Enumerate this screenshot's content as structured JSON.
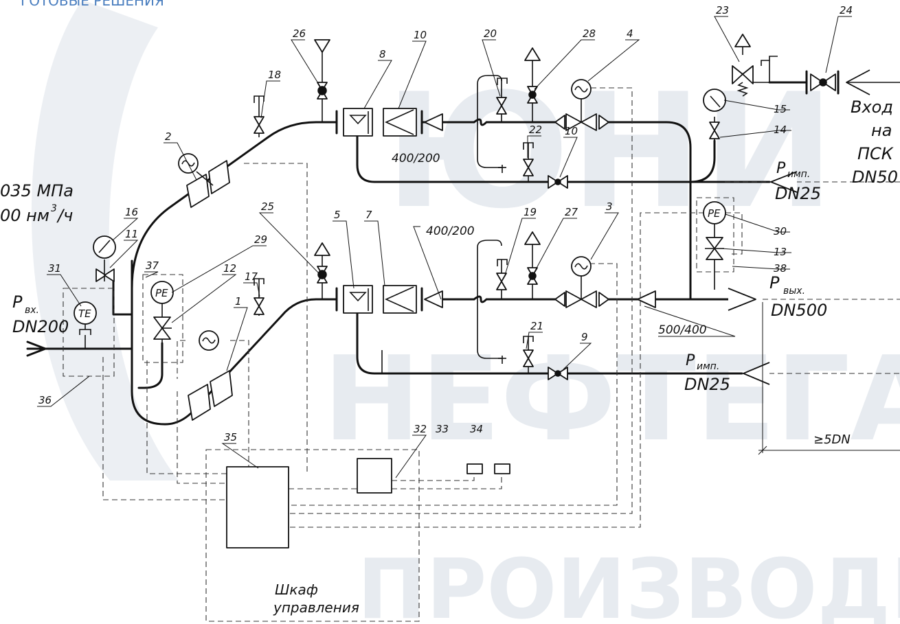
{
  "header": {
    "text": "ГОТОВЫЕ РЕШЕНИЯ"
  },
  "watermark": {
    "line1": "ЮНИ",
    "line2": "НЕФТЕГАЗ",
    "line3": "ПРОИЗВОДИТЕЛЬ"
  },
  "labels": {
    "p_in": "P",
    "p_in_sub": "вх.",
    "dn_in": "DN200",
    "pressure": "035 МПа",
    "flow": "00 нм",
    "flow_sup": "3",
    "flow_tail": "/ч",
    "p_imp_top": "P",
    "p_imp_top_sub": "имп.",
    "dn_imp_top": "DN25",
    "p_out": "P",
    "p_out_sub": "вых.",
    "dn_out": "DN500",
    "p_imp_bot": "P",
    "p_imp_bot_sub": "имп.",
    "dn_imp_bot": "DN25",
    "entry_1": "Вход",
    "entry_2": "на",
    "entry_3": "ПСК",
    "entry_4": "DN50",
    "dist": "≥5DN",
    "red_top": "400/200",
    "red_bot": "400/200",
    "red_out": "500/400",
    "cabinet_1": "Шкаф",
    "cabinet_2": "управления",
    "pe_top": "PE",
    "pe_left": "PE",
    "te": "TE"
  },
  "callouts": {
    "n1": "1",
    "n2": "2",
    "n3": "3",
    "n4": "4",
    "n5": "5",
    "n7": "7",
    "n8": "8",
    "n9": "9",
    "n10a": "10",
    "n10b": "10",
    "n11": "11",
    "n12": "12",
    "n13": "13",
    "n14": "14",
    "n15": "15",
    "n16": "16",
    "n17": "17",
    "n18": "18",
    "n19": "19",
    "n20": "20",
    "n21": "21",
    "n22": "22",
    "n23": "23",
    "n24": "24",
    "n25": "25",
    "n26": "26",
    "n27": "27",
    "n28": "28",
    "n29": "29",
    "n30": "30",
    "n31": "31",
    "n32": "32",
    "n33": "33",
    "n34": "34",
    "n35": "35",
    "n36": "36",
    "n37": "37",
    "n38": "38"
  },
  "colors": {
    "watermark": "#e7ebf0",
    "header": "#4a7ebf",
    "ink": "#111111"
  }
}
